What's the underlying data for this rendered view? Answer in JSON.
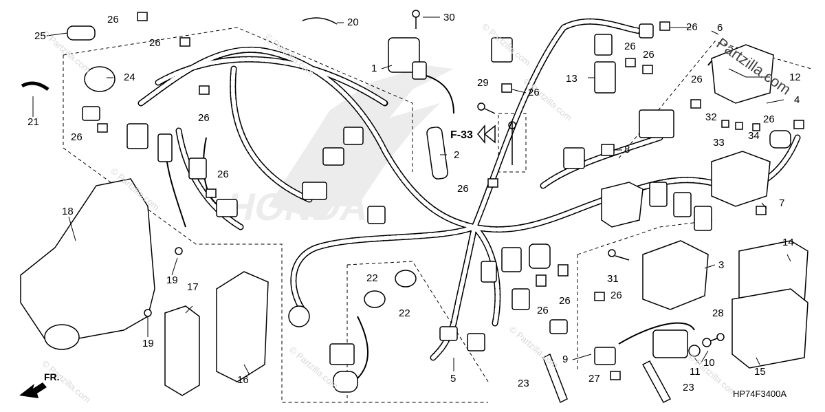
{
  "diagram": {
    "code": "HP74F3400A",
    "ref_label": "F-33",
    "direction_label": "FR.",
    "site_mark": "Partzilla.com",
    "watermark_text": "© Partzilla.com",
    "callouts": {
      "c1": "1",
      "c2": "2",
      "c3": "3",
      "c4": "4",
      "c5": "5",
      "c6": "6",
      "c7": "7",
      "c8": "8",
      "c9": "9",
      "c10": "10",
      "c11": "11",
      "c12": "12",
      "c13": "13",
      "c14": "14",
      "c15": "15",
      "c16": "16",
      "c17": "17",
      "c18": "18",
      "c19": "19",
      "c20": "20",
      "c21": "21",
      "c22": "22",
      "c23": "23",
      "c24": "24",
      "c25": "25",
      "c26": "26",
      "c27": "27",
      "c28": "28",
      "c29": "29",
      "c30": "30",
      "c31": "31",
      "c32": "32",
      "c33": "33",
      "c34": "34"
    }
  }
}
